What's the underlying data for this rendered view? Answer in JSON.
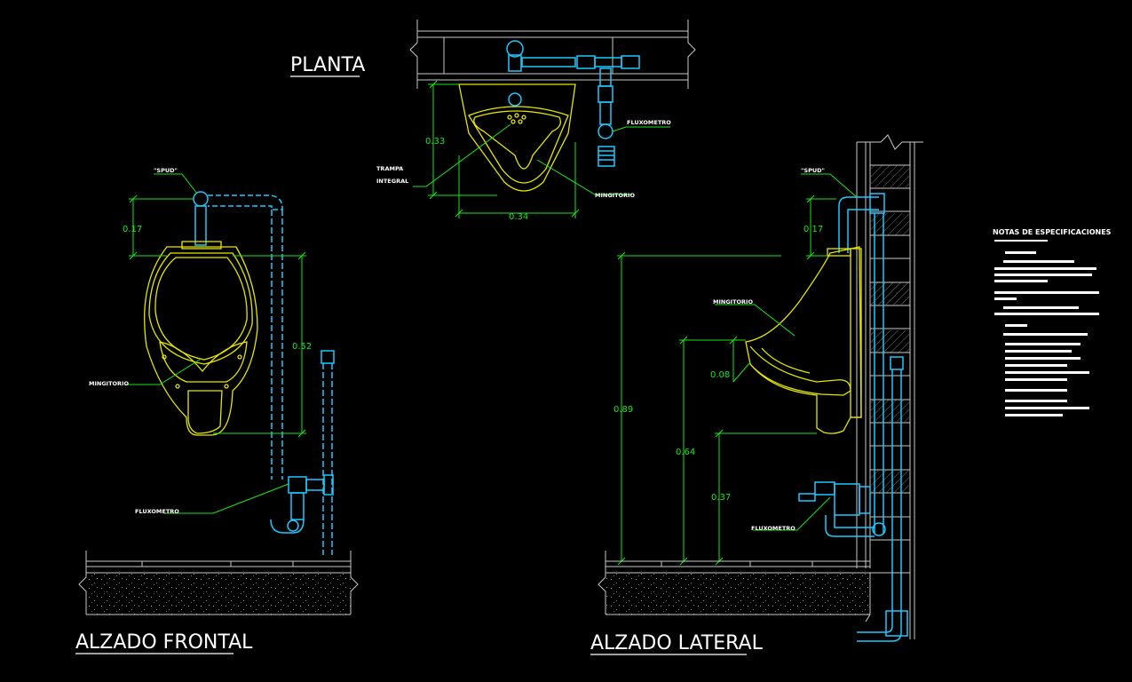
{
  "titles": {
    "planta": "PLANTA",
    "alzado_frontal": "ALZADO FRONTAL",
    "alzado_lateral": "ALZADO LATERAL"
  },
  "labels": {
    "spud_front": "\"SPUD\"",
    "spud_side": "\"SPUD\"",
    "mingitorio_front": "MINGITORIO",
    "mingitorio_plan": "MINGITORIO",
    "mingitorio_side": "MINGITORIO",
    "fluxometro_front": "FLUXOMETRO",
    "fluxometro_plan": "FLUXOMETRO",
    "fluxometro_side": "FLUXOMETRO",
    "trampa": "TRAMPA",
    "integral": "INTEGRAL"
  },
  "dimensions": {
    "front_spud_height": "0.17",
    "front_bowl_height": "0.52",
    "plan_depth": "0.33",
    "plan_width": "0.34",
    "side_spud_height": "0.17",
    "side_total_height": "0.89",
    "side_rim_height": "0.64",
    "side_lip_offset": "0.08",
    "side_bottom_height": "0.37"
  },
  "notes": {
    "title": "NOTAS DE ESPECIFICACIONES"
  },
  "colors": {
    "background": "#000000",
    "fixture": "#e6e600",
    "pipe": "#1ec8ff",
    "dimension": "#19e619",
    "leader": "#19e619",
    "text": "#ffffff",
    "structure": "#c8c8c8"
  }
}
